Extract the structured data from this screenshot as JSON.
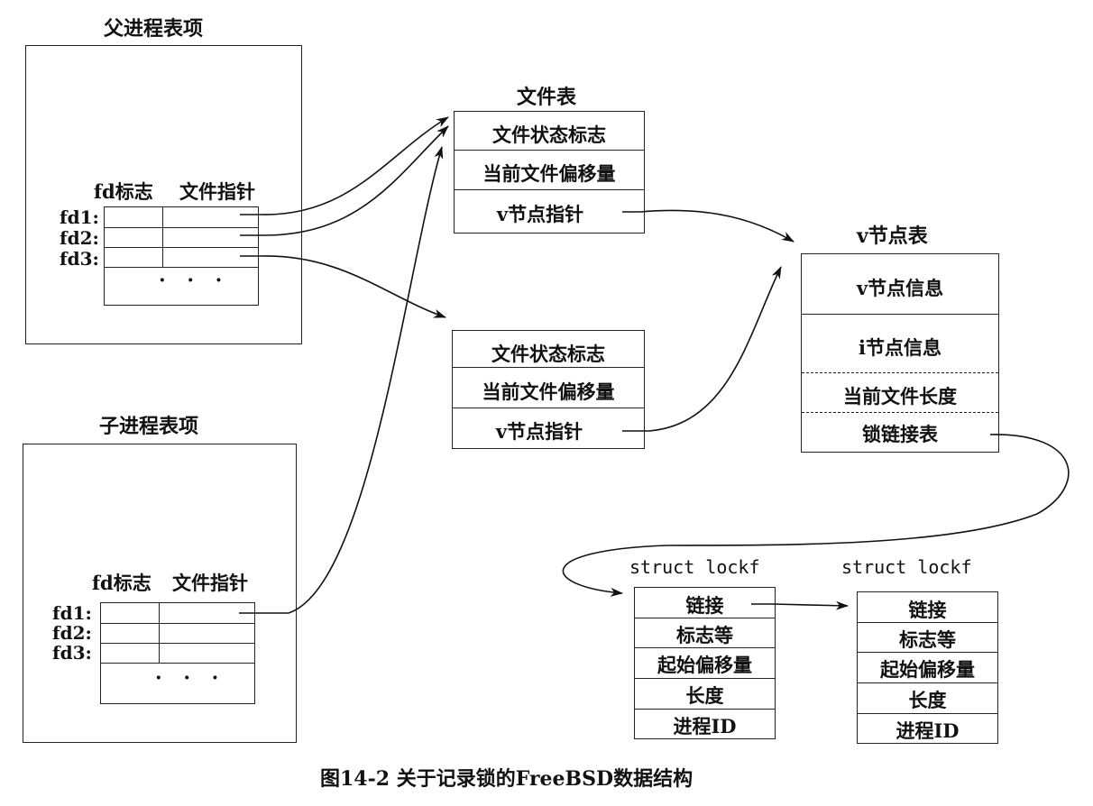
{
  "parent": {
    "title": "父进程表项",
    "col_flags": "fd标志",
    "col_ptr": "文件指针",
    "fds": [
      "fd1:",
      "fd2:",
      "fd3:"
    ],
    "ellipsis": "· · ·"
  },
  "child": {
    "title": "子进程表项",
    "col_flags": "fd标志",
    "col_ptr": "文件指针",
    "fds": [
      "fd1:",
      "fd2:",
      "fd3:"
    ],
    "ellipsis": "· · ·"
  },
  "file_table": {
    "title": "文件表",
    "entry1": [
      "文件状态标志",
      "当前文件偏移量",
      "v节点指针"
    ],
    "entry2": [
      "文件状态标志",
      "当前文件偏移量",
      "v节点指针"
    ]
  },
  "vnode_table": {
    "title": "v节点表",
    "rows": [
      "v节点信息",
      "i节点信息",
      "当前文件长度",
      "锁链接表"
    ]
  },
  "lockf1": {
    "title": "struct lockf",
    "rows": [
      "链接",
      "标志等",
      "起始偏移量",
      "长度",
      "进程ID"
    ]
  },
  "lockf2": {
    "title": "struct lockf",
    "rows": [
      "链接",
      "标志等",
      "起始偏移量",
      "长度",
      "进程ID"
    ]
  },
  "caption": "图14-2  关于记录锁的FreeBSD数据结构"
}
